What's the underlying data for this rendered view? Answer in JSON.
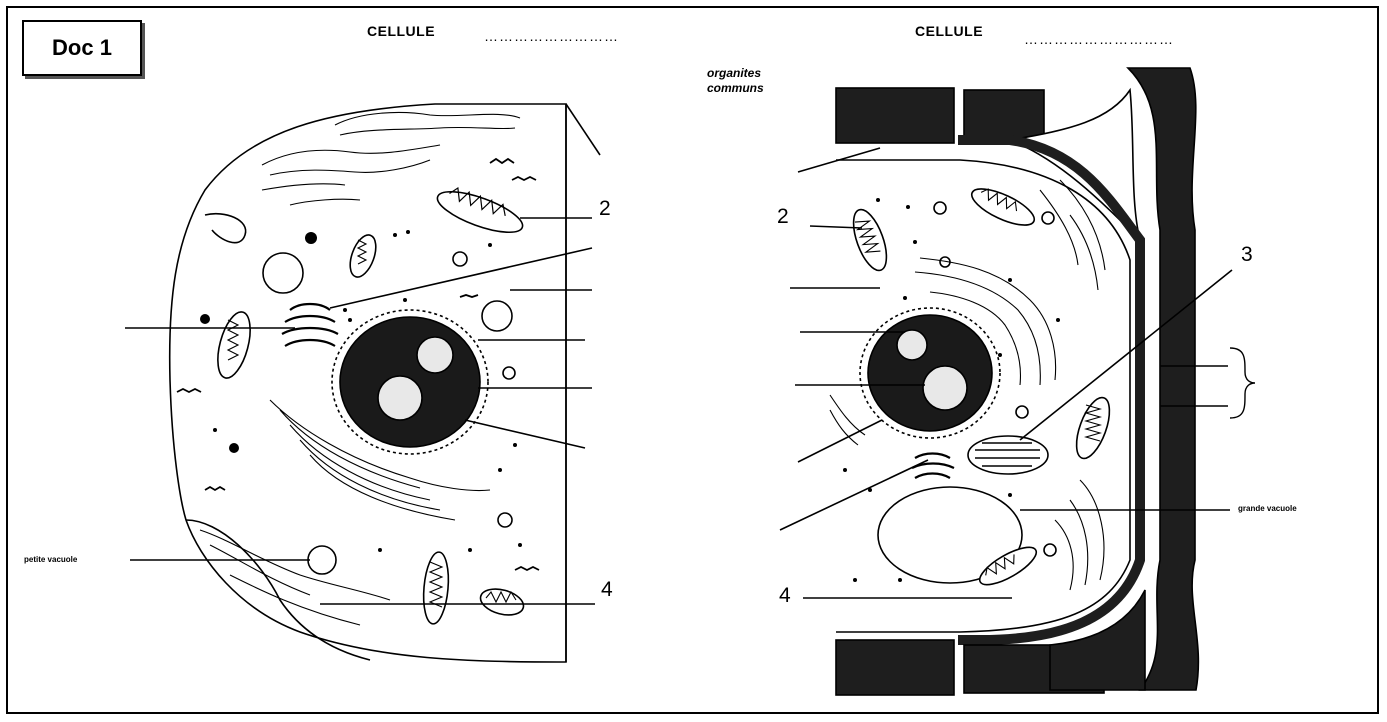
{
  "doc_label": "Doc 1",
  "left_cell": {
    "title": "CELLULE",
    "dots": "………………………",
    "label_2": "2",
    "label_4": "4",
    "vacuole_label": "petite vacuole"
  },
  "right_cell": {
    "title": "CELLULE",
    "dots": "…………………………",
    "organelles_line1": "organites",
    "organelles_line2": "communs",
    "label_2": "2",
    "label_3": "3",
    "label_4": "4",
    "vacuole_label": "grande vacuole"
  }
}
